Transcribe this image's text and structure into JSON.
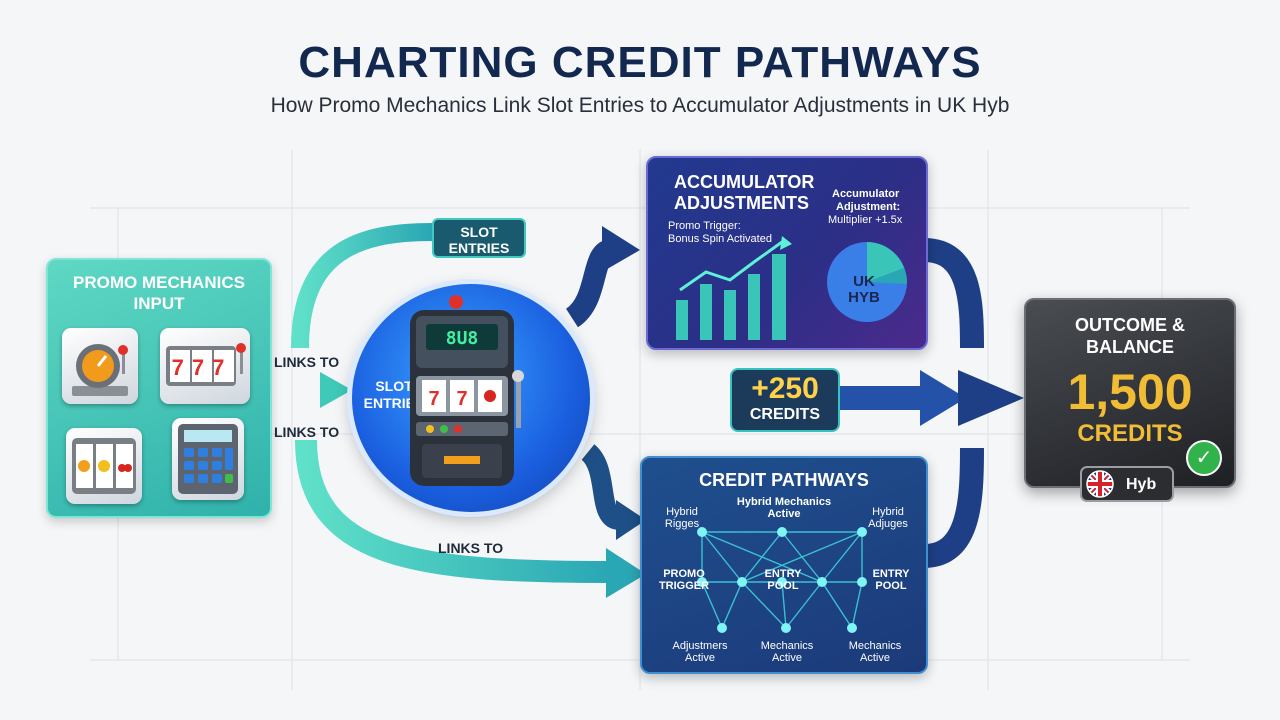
{
  "header": {
    "title": "CHARTING CREDIT PATHWAYS",
    "subtitle": "How Promo Mechanics Link Slot Entries to Accumulator Adjustments in UK Hyb"
  },
  "input_panel": {
    "title_line1": "PROMO MECHANICS",
    "title_line2": "INPUT",
    "reel_symbols": "777"
  },
  "links": {
    "links_to_1": "LINKS TO",
    "links_to_2": "LINKS TO",
    "links_to_3": "LINKS TO"
  },
  "slot_badge": {
    "line1": "SLOT",
    "line2": "ENTRIES"
  },
  "slot_circle": {
    "line1": "SLOT",
    "line2": "ENTRIES",
    "display": "8U8"
  },
  "accumulator": {
    "title_line1": "ACCUMULATOR",
    "title_line2": "ADJUSTMENTS",
    "trigger_label": "Promo Trigger:",
    "trigger_value": "Bonus Spin Activated",
    "adj_label_line1": "Accumulator",
    "adj_label_line2": "Adjustment:",
    "multiplier": "Multiplier +1.5x",
    "pie_line1": "UK",
    "pie_line2": "HYB"
  },
  "credits_badge": {
    "value": "+250",
    "unit": "CREDITS"
  },
  "pathways": {
    "title": "CREDIT PATHWAYS",
    "top_center_line1": "Hybrid Mechanics",
    "top_center_line2": "Active",
    "top_left_line1": "Hybrid",
    "top_left_line2": "Rigges",
    "top_right_line1": "Hybrid",
    "top_right_line2": "Adjuges",
    "mid_left_line1": "PROMO",
    "mid_left_line2": "TRIGGER",
    "mid_center_line1": "ENTRY",
    "mid_center_line2": "POOL",
    "mid_right_line1": "ENTRY",
    "mid_right_line2": "POOL",
    "bot_left_line1": "Adjustmers",
    "bot_left_line2": "Active",
    "bot_center_line1": "Mechanics",
    "bot_center_line2": "Active",
    "bot_right_line1": "Mechanics",
    "bot_right_line2": "Active"
  },
  "outcome": {
    "title_line1": "OUTCOME &",
    "title_line2": "BALANCE",
    "value": "1,500",
    "unit": "CREDITS",
    "region": "Hyb"
  },
  "colors": {
    "teal": "#3fc9b8",
    "navy_flow": "#1e3f86",
    "gold": "#f0bd35",
    "title": "#13284f"
  }
}
